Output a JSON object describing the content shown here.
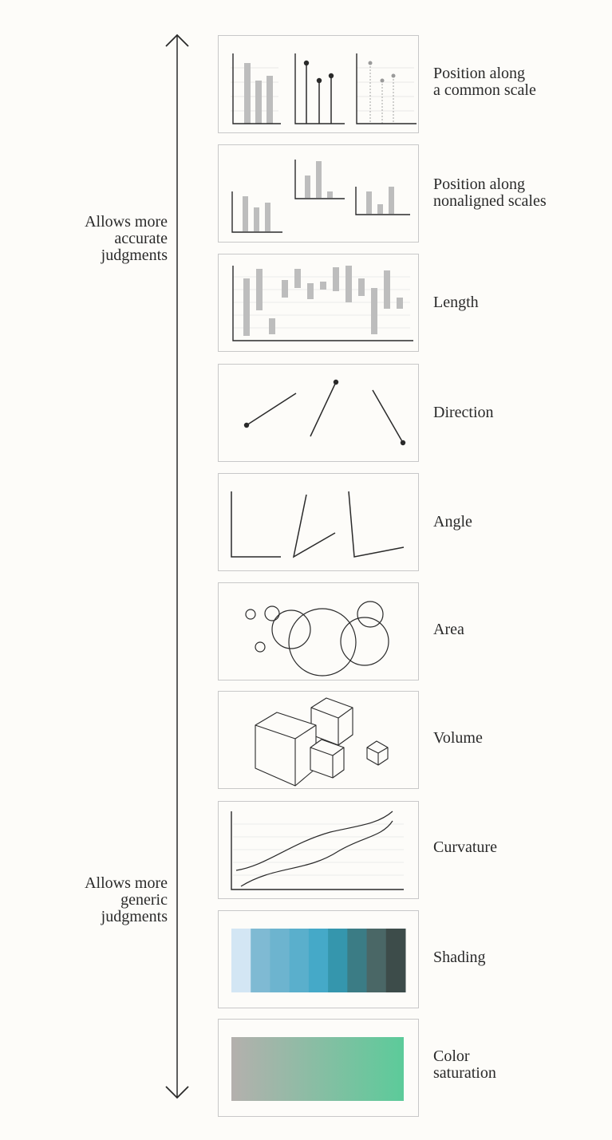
{
  "side_labels": {
    "top": [
      "Allows more",
      "accurate",
      "judgments"
    ],
    "bottom": [
      "Allows more",
      "generic",
      "judgments"
    ]
  },
  "panels": [
    {
      "key": "position-common",
      "label": [
        "Position along",
        "a common scale"
      ]
    },
    {
      "key": "position-nonaligned",
      "label": [
        "Position along",
        "nonaligned scales"
      ]
    },
    {
      "key": "length",
      "label": [
        "Length"
      ]
    },
    {
      "key": "direction",
      "label": [
        "Direction"
      ]
    },
    {
      "key": "angle",
      "label": [
        "Angle"
      ]
    },
    {
      "key": "area",
      "label": [
        "Area"
      ]
    },
    {
      "key": "volume",
      "label": [
        "Volume"
      ]
    },
    {
      "key": "curvature",
      "label": [
        "Curvature"
      ]
    },
    {
      "key": "shading",
      "label": [
        "Shading"
      ]
    },
    {
      "key": "color-saturation",
      "label": [
        "Color",
        "saturation"
      ]
    }
  ],
  "colors": {
    "ink": "#2a2a2a",
    "bar": "#bdbdbd",
    "panel_border": "#c8c8c8",
    "shading": [
      "#d3e6f4",
      "#7fbad3",
      "#6db4cf",
      "#5aafcc",
      "#45a9c8",
      "#3596ad",
      "#3b7c85",
      "#4a6766",
      "#3d4c4a"
    ],
    "saturation_start": "#b4b0ad",
    "saturation_end": "#5ccb9a"
  }
}
